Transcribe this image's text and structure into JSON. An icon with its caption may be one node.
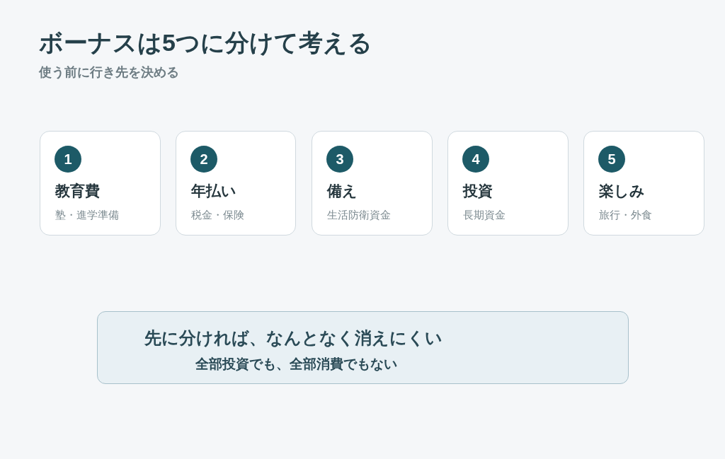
{
  "diagram": {
    "title": "ボーナスは5つに分けて考える",
    "labels": [
      "使う前に行き先を決める"
    ],
    "nodes": [
      {
        "text": [
          "1",
          "教育費",
          "塾・進学準備"
        ]
      },
      {
        "text": [
          "2",
          "年払い",
          "税金・保険"
        ]
      },
      {
        "text": [
          "3",
          "備え",
          "生活防衛資金"
        ]
      },
      {
        "text": [
          "4",
          "投資",
          "長期資金"
        ]
      },
      {
        "text": [
          "5",
          "楽しみ",
          "旅行・外食"
        ]
      },
      {
        "text": [
          "先に分ければ、なんとなく消えにくい",
          "全部投資でも、全部消費でもない"
        ]
      }
    ]
  }
}
